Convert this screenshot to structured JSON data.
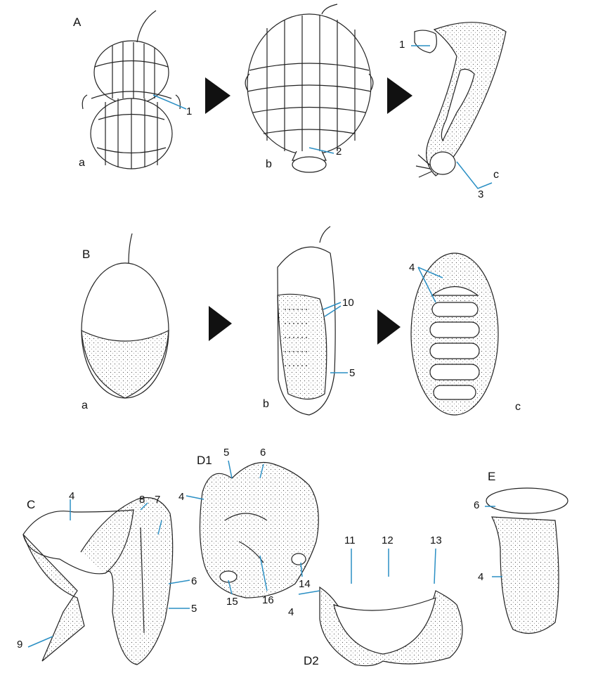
{
  "sections": {
    "A": "A",
    "B": "B",
    "C": "C",
    "D1": "D1",
    "D2": "D2",
    "E": "E"
  },
  "sublabels": {
    "a": "a",
    "b": "b",
    "c": "c"
  },
  "numbers": [
    "1",
    "2",
    "3",
    "4",
    "5",
    "6",
    "7",
    "8",
    "9",
    "10",
    "11",
    "12",
    "13",
    "14",
    "15",
    "16"
  ],
  "colors": {
    "line": "#222222",
    "leader": "#2a8fc4",
    "arrow": "#111111"
  }
}
